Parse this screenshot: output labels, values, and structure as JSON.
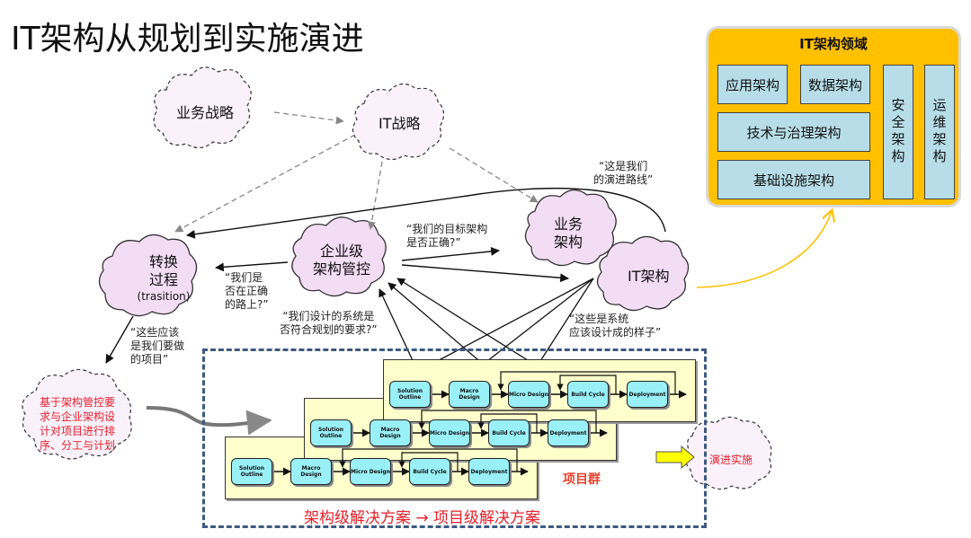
{
  "title": "IT架构从规划到实施演进",
  "clouds": {
    "business_strategy": "业务战略",
    "it_strategy": "IT战略",
    "enterprise_governance": [
      "企业级",
      "架构管控"
    ],
    "business_architecture": [
      "业务",
      "架构"
    ],
    "it_architecture": "IT架构",
    "transition": [
      "转换",
      "过程",
      "(trasition)"
    ],
    "project_planning": [
      "基于架构管控要",
      "求与企业架构设",
      "计对项目进行排",
      "序、分工与计划"
    ],
    "evolution_implementation": "演进实施"
  },
  "quotes": {
    "roadmap": [
      "“这是我们",
      "的演进路线”"
    ],
    "target_correct": [
      "“我们的目标架构",
      "是否正确?”"
    ],
    "right_path": [
      "“我们是",
      "否在正确",
      "的路上?”"
    ],
    "design_meets": [
      "“我们设计的系统是",
      "否符合规划的要求?”"
    ],
    "should_design": [
      "“这些是系统",
      "应该设计成的样子”"
    ],
    "projects_todo": [
      "“这些应该",
      "是我们要做",
      "的项目”"
    ]
  },
  "it_domain": {
    "title": "IT架构领域",
    "application": "应用架构",
    "data": "数据架构",
    "tech_governance": "技术与治理架构",
    "infrastructure": "基础设施架构",
    "security": "安全架构",
    "operations": "运维架构"
  },
  "project_stages": [
    "Solution Outline",
    "Macro Design",
    "Micro Design",
    "Build Cycle",
    "Deployment"
  ],
  "project_group_label": "项目群",
  "bottom_caption": "架构级解决方案 → 项目级解决方案",
  "colors": {
    "cloud_fill": "#f3ddf5",
    "dashed_cloud_fill": "#fbf1fb",
    "domain_panel": "#ffc000",
    "domain_box": "#b7dde8",
    "stage_fill": "#99f0f7",
    "project_frame": "#ffffcc",
    "accent_red": "#e8202a",
    "frame_blue": "#3d5a80"
  }
}
